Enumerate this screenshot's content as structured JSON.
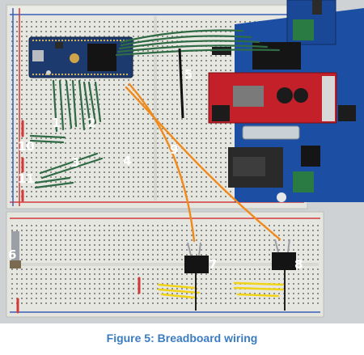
{
  "caption": "Figure 5: Breadboard wiring",
  "labels": [
    "1",
    "2",
    "3",
    "4",
    "5",
    "6",
    "7",
    "8",
    "9",
    "10",
    "11"
  ],
  "colors": {
    "breadboard": "#e6e6e0",
    "rail_red": "#d23a3a",
    "rail_blue": "#3a5fb8",
    "wire_green": "#2f6b45",
    "wire_orange": "#f08a1c",
    "wire_yellow": "#f1d417",
    "pcb_blue": "#1c4fa3",
    "driver_red": "#c4202a",
    "caption_blue": "#3a7cc0"
  }
}
